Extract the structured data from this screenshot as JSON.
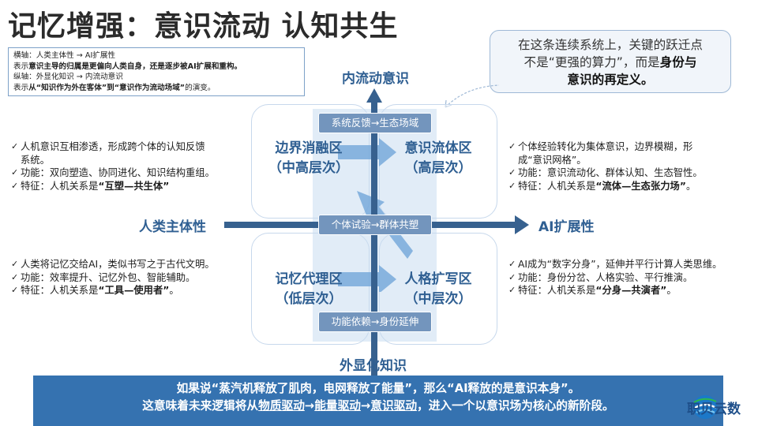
{
  "title": "记忆增强：意识流动 认知共生",
  "legend": {
    "line1": "横轴：人类主体性 → AI扩展性",
    "line2_pre": "表示",
    "line2_bold": "意识主导的归属是更偏向人类自身，还是逐步被AI扩展和重构。",
    "line3": "纵轴：外显化知识 → 内流动意识",
    "line4_pre": "表示",
    "line4_bold": "从“知识作为外在客体”到“意识作为流动场域”",
    "line4_post": "的演变。"
  },
  "callout": {
    "line1": "在这条连续系统上，关键的跃迁点",
    "line2_pre": "不是“更强的算力”，而是",
    "line2_bold": "身份与",
    "line3_bold": "意识的再定义。"
  },
  "axes": {
    "top": "内流动意识",
    "bottom": "外显化知识",
    "left": "人类主体性",
    "right": "AI扩展性"
  },
  "pills": {
    "top": "系统反馈→生态场域",
    "middle": "个体试验→群体共塑",
    "bottom": "功能依赖→身份延伸"
  },
  "quadrants": {
    "top_left": {
      "name": "边界消融区",
      "level": "（中高层次）"
    },
    "top_right": {
      "name": "意识流体区",
      "level": "（高层次）"
    },
    "bottom_left": {
      "name": "记忆代理区",
      "level": "（低层次）"
    },
    "bottom_right": {
      "name": "人格扩写区",
      "level": "（中层次）"
    }
  },
  "descriptions": {
    "top_left": {
      "item1a": "人机意识互相渗透，形成跨个体的认知反馈",
      "item1b": "系统。",
      "item2": "功能：双向塑造、协同进化、知识结构重组。",
      "item3_pre": "特征：人机关系是",
      "item3_bold": "“互塑—共生体”"
    },
    "top_right": {
      "item1a": "个体经验转化为集体意识，边界模糊，形",
      "item1b": "成“意识网格”。",
      "item2": "功能：意识流动化、群体认知、生态智性。",
      "item3_pre": "特征：人机关系是",
      "item3_bold": "“流体—生态张力场”",
      "item3_post": "。"
    },
    "bottom_left": {
      "item1": "人类将记忆交给AI，类似书写之于古代文明。",
      "item2": "功能：效率提升、记忆外包、智能辅助。",
      "item3_pre": "特征：人机关系是",
      "item3_bold": "“工具—使用者”",
      "item3_post": "。"
    },
    "bottom_right": {
      "item1": "AI成为“数字分身”，延伸并平行计算人类思维。",
      "item2": "功能：身份分岔、人格实验、平行推演。",
      "item3_pre": "特征：人机关系是",
      "item3_bold": "“分身—共演者”",
      "item3_post": "。"
    }
  },
  "banner": {
    "line1_pre": "如果说“蒸汽机释放了肌肉，电网释放了能量”，那么",
    "line1_bold": "“AI释放的是意识本身”",
    "line1_post": "。",
    "line2_pre": "这意味着未来逻辑将从",
    "line2_u1": "物质驱动",
    "line2_sep1": "→",
    "line2_u2": "能量驱动",
    "line2_sep2": "→",
    "line2_u3": "意识驱动",
    "line2_post": "，进入一个以意识场为核心的新阶段。"
  },
  "logo": {
    "text": "职贝云数"
  },
  "colors": {
    "axis": "#37618f",
    "accent": "#2f5f92",
    "banner": "#3572b0",
    "pill": "#7395bd",
    "arrow": "#6ea4d8"
  }
}
